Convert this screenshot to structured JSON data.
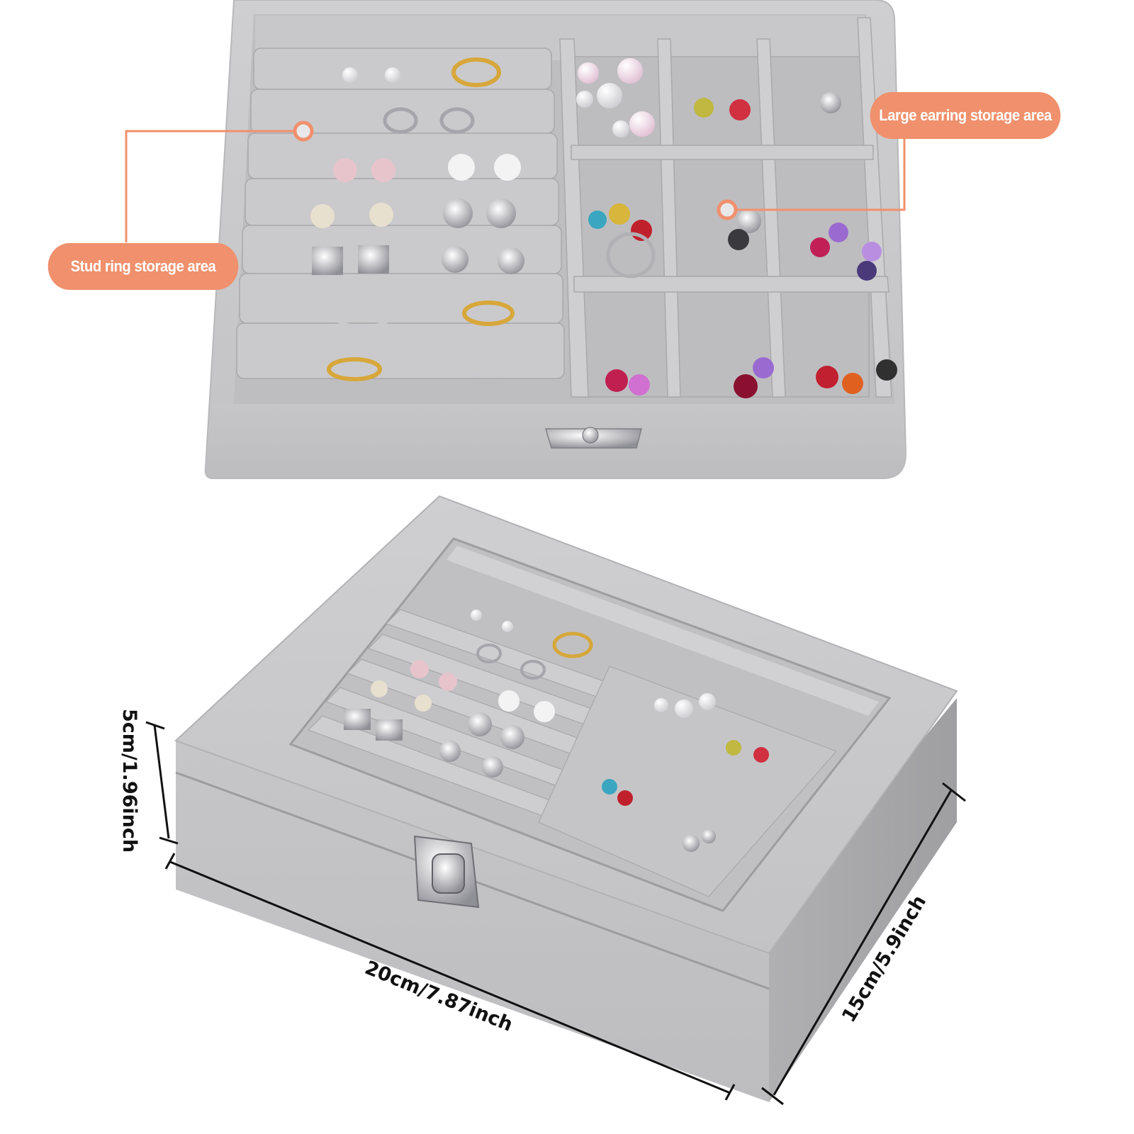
{
  "callouts": {
    "left": {
      "label": "Stud ring storage area"
    },
    "right": {
      "label": "Large earring storage area"
    }
  },
  "dimensions": {
    "height": "5cm/1.96inch",
    "width": "20cm/7.87inch",
    "depth": "15cm/5.9inch"
  },
  "colors": {
    "accent": "#f0906c",
    "velvet": "#c9c9cb",
    "velvet_dark": "#b3b3b6",
    "background": "#ffffff"
  },
  "top_tray": {
    "ring_rows": 7,
    "earring_compartments": 9
  },
  "bottom_box": {
    "lid": "glass-window",
    "clasp": "metal-latch"
  }
}
